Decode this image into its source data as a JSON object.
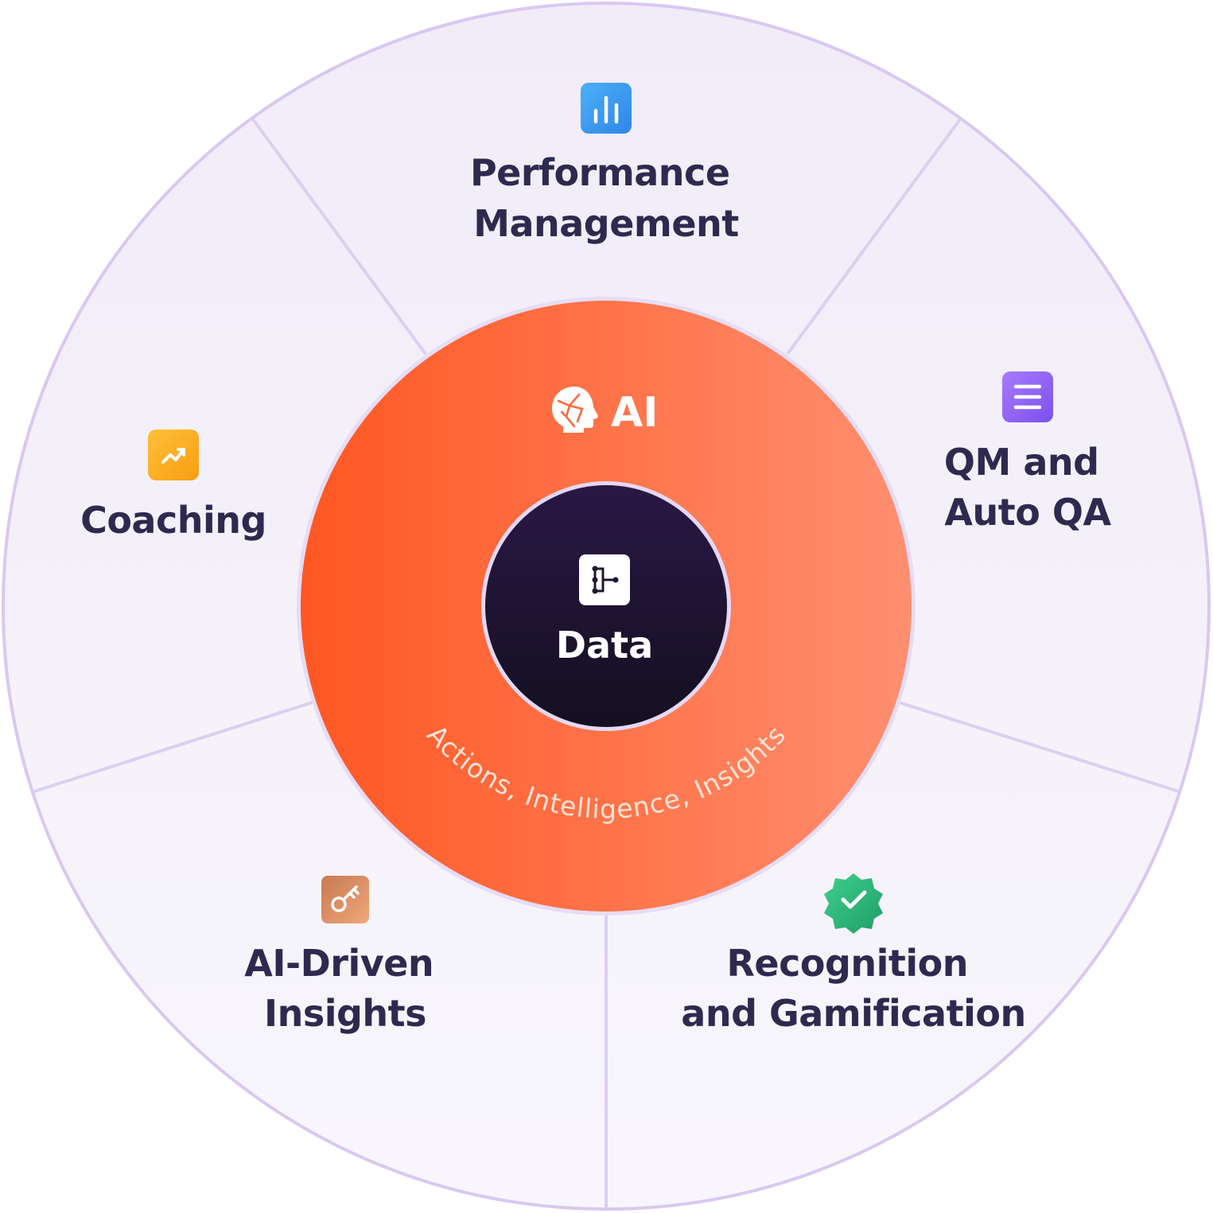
{
  "segments": [
    {
      "id": "performance",
      "lines": [
        "Performance",
        "Management"
      ],
      "icon": "bar-chart-icon"
    },
    {
      "id": "qm",
      "lines": [
        "QM and",
        "Auto QA"
      ],
      "icon": "document-lines-icon"
    },
    {
      "id": "recognition",
      "lines": [
        "Recognition",
        "and Gamification"
      ],
      "icon": "badge-check-icon"
    },
    {
      "id": "insights",
      "lines": [
        "AI-Driven",
        "Insights"
      ],
      "icon": "key-icon"
    },
    {
      "id": "coaching",
      "lines": [
        "Coaching"
      ],
      "icon": "trending-up-icon"
    }
  ],
  "core": {
    "ai_label": "AI",
    "ai_icon": "brain-head-icon",
    "data_label": "Data",
    "data_icon": "data-flow-icon",
    "arc_text": "Actions, Intelligence, Insights"
  },
  "colors": {
    "outer_ring": "#f2eef9",
    "divider": "#dccff0",
    "ai_ring_start": "#ff5722",
    "ai_ring_end": "#ff8c6b",
    "data_core": "#1e1533",
    "label": "#2e2a4f",
    "bar_chart_icon": "#3b9bf0",
    "document_icon": "#8b5cf6",
    "badge_icon": "#2fb57a",
    "key_icon": "#d9865a",
    "trend_icon": "#fbb328"
  }
}
